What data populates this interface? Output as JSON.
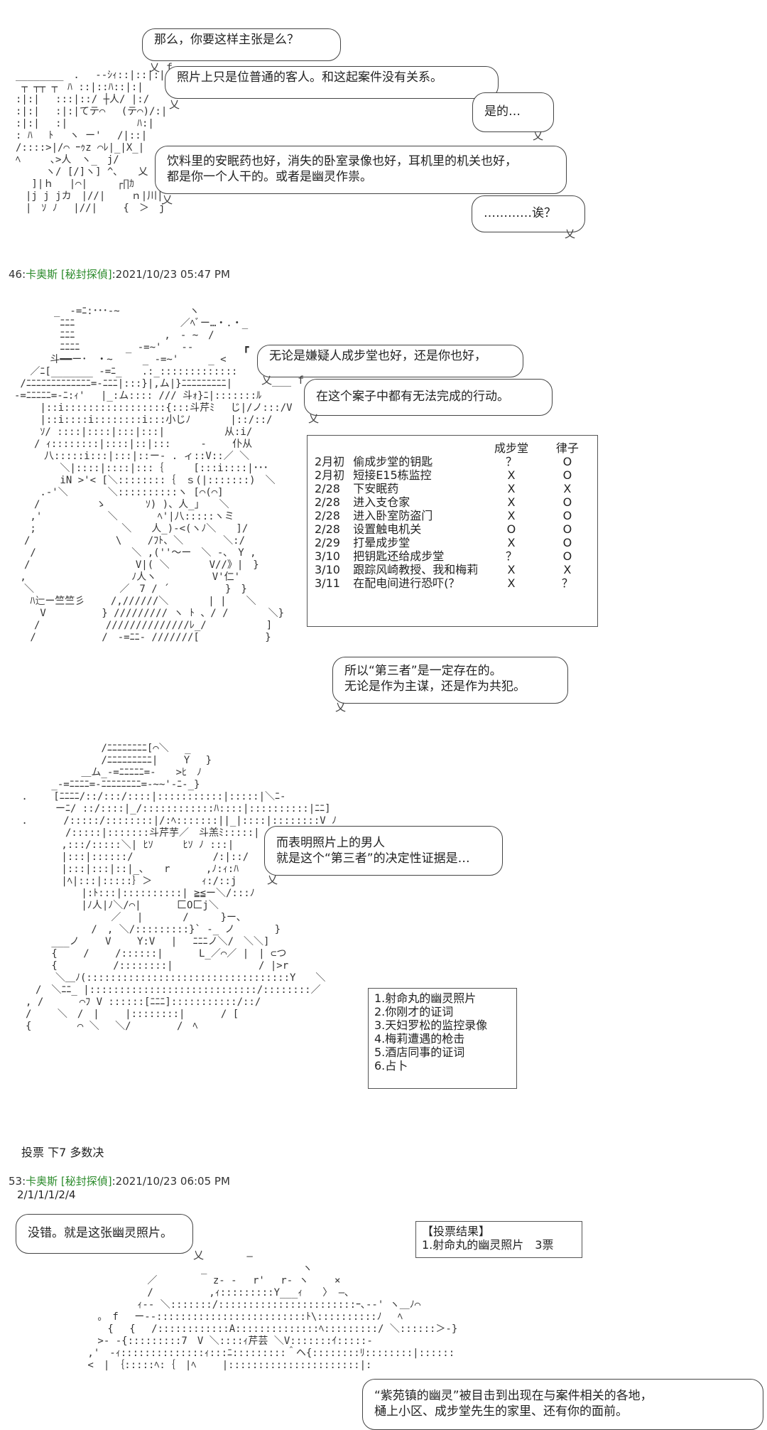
{
  "posts": [
    {
      "num": "46:",
      "name": "卡奥斯 [秘封探偵]",
      "time": ":2021/10/23 05:47 PM"
    },
    {
      "num": "53:",
      "name": "卡奥斯 [秘封探偵]",
      "time": ":2021/10/23 06:05 PM"
    }
  ],
  "bubbles": {
    "b1": [
      "那么，你要这样主张是么？"
    ],
    "b2": [
      "照片上只是位普通的客人。和这起案件没有关系。"
    ],
    "b3": [
      "是的…"
    ],
    "b4": [
      "饮料里的安眠药也好，消失的卧室录像也好，耳机里的机关也好，",
      "都是你一个人干的。或者是幽灵作祟。"
    ],
    "b5": [
      "…………诶？"
    ],
    "b6": [
      "无论是嫌疑人成步堂也好，还是你也好，"
    ],
    "b7": [
      "在这个案子中都有无法完成的行动。"
    ],
    "b8": [
      "所以“第三者”是一定存在的。",
      "无论是作为主谋，还是作为共犯。"
    ],
    "b9": [
      "而表明照片上的男人",
      "就是这个“第三者”的决定性证据是…"
    ],
    "b10": [
      "没错。就是这张幽灵照片。"
    ],
    "b11": [
      "“紫苑镇的幽灵”被目击到出现在与案件相关的各地，",
      "樋上小区、成步堂先生的家里、还有你的面前。"
    ]
  },
  "timeline": {
    "headers": [
      "",
      "",
      "成步堂",
      "律子"
    ],
    "rows": [
      [
        "2月初",
        "偷成步堂的钥匙",
        "？",
        "O"
      ],
      [
        "2月初",
        "短接E15栋监控",
        "X",
        "O"
      ],
      [
        "2/28",
        "下安眠药",
        "X",
        "X"
      ],
      [
        "2/28",
        "进入支仓家",
        "X",
        "O"
      ],
      [
        "2/28",
        "进入卧室防盗门",
        "X",
        "O"
      ],
      [
        "2/28",
        "设置触电机关",
        "O",
        "O"
      ],
      [
        "2/29",
        "打晕成步堂",
        "X",
        "O"
      ],
      [
        "3/10",
        "把钥匙还给成步堂",
        "？",
        "O"
      ],
      [
        "3/10",
        "跟踪风崎教授、我和梅莉",
        "X",
        "X"
      ],
      [
        "3/11",
        "在配电间进行恐吓(？",
        "X",
        "？"
      ]
    ]
  },
  "evidence": [
    "1.射命丸的幽灵照片",
    "2.你刚才的证词",
    "3.天妇罗松的监控录像",
    "4.梅莉遭遇的枪击",
    "5.酒店同事的证词",
    "6.占卜"
  ],
  "vote_prompt": "投票 下7 多数决",
  "vote_data": "2/1/1/1/2/4",
  "vote_result": [
    "【投票结果】",
    "1.射命丸的幽灵照片　3票"
  ]
}
